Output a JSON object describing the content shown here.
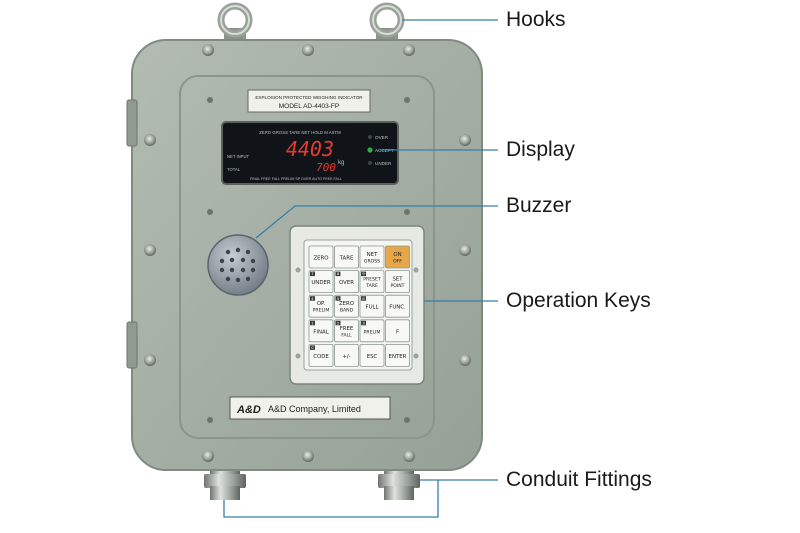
{
  "callouts": {
    "hooks": "Hooks",
    "display": "Display",
    "buzzer": "Buzzer",
    "operation_keys": "Operation Keys",
    "conduit_fittings": "Conduit Fittings"
  },
  "nameplate": {
    "line1": "EXPLOSION PROTECTED WEIGHING INDICATOR",
    "line2": "MODEL AD-4403-FP"
  },
  "display": {
    "top_annunciators": "ZERO  GROSS  TARE  NET  HOLD  M  ASTM",
    "main_value": "4403",
    "sub_value": "700",
    "unit": "kg",
    "left_labels": [
      "NET INPUT",
      "TOTAL"
    ],
    "right_labels": [
      "OVER",
      "ACCEPT",
      "UNDER"
    ],
    "bottom_annunciators": "FINAL FREE FALL  PRELIM  SP  OVER  AUTO  FREE FALL"
  },
  "keypad": {
    "keys": [
      {
        "label": "ZERO",
        "sub": ""
      },
      {
        "label": "TARE",
        "sub": ""
      },
      {
        "label": "NET",
        "sub": "GROSS"
      },
      {
        "label": "ON",
        "sub": "OFF"
      },
      {
        "label": "UNDER",
        "sub": ""
      },
      {
        "label": "OVER",
        "sub": ""
      },
      {
        "label": "PRESET",
        "sub": "TARE"
      },
      {
        "label": "SET",
        "sub": "POINT"
      },
      {
        "label": "OP.",
        "sub": "PRELIM"
      },
      {
        "label": "ZERO",
        "sub": "BAND"
      },
      {
        "label": "FULL",
        "sub": ""
      },
      {
        "label": "FUNC.",
        "sub": ""
      },
      {
        "label": "FINAL",
        "sub": ""
      },
      {
        "label": "FREE",
        "sub": "FALL"
      },
      {
        "label": "PRELIM",
        "sub": ""
      },
      {
        "label": "F",
        "sub": ""
      },
      {
        "label": "CODE",
        "sub": ""
      },
      {
        "label": "+/-",
        "sub": ""
      },
      {
        "label": "ESC",
        "sub": ""
      },
      {
        "label": "ENTER",
        "sub": ""
      }
    ],
    "key_numbers": [
      "",
      "",
      "",
      "",
      "7",
      "8",
      "9",
      "",
      "4",
      "5",
      "6",
      "",
      "1",
      "2",
      "3",
      "",
      "0",
      "",
      "",
      ""
    ]
  },
  "brand": {
    "logo": "A&D",
    "company": "A&D Company, Limited"
  },
  "colors": {
    "enclosure": "#a7b1a8",
    "enclosure_edge": "#7f8a80",
    "leader_line": "#3a7ea6",
    "on_key": "#e6a64a",
    "display_digits": "#e63a2e",
    "accept_led": "#37a845"
  }
}
